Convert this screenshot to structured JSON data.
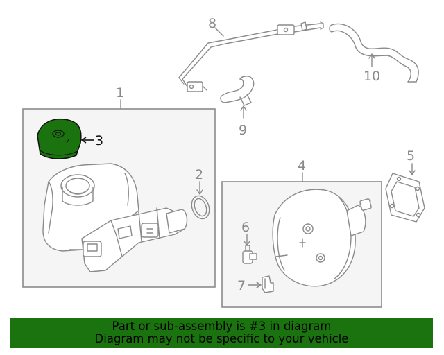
{
  "callouts": {
    "c1": "1",
    "c2": "2",
    "c3": "3",
    "c4": "4",
    "c5": "5",
    "c6": "6",
    "c7": "7",
    "c8": "8",
    "c9": "9",
    "c10": "10"
  },
  "highlight": {
    "part": "3",
    "color": "#1a730e"
  },
  "banner": {
    "line1": "Part or sub-assembly is #3 in diagram",
    "line2": "Diagram may not be specific to your vehicle",
    "background": "#1a730e"
  }
}
